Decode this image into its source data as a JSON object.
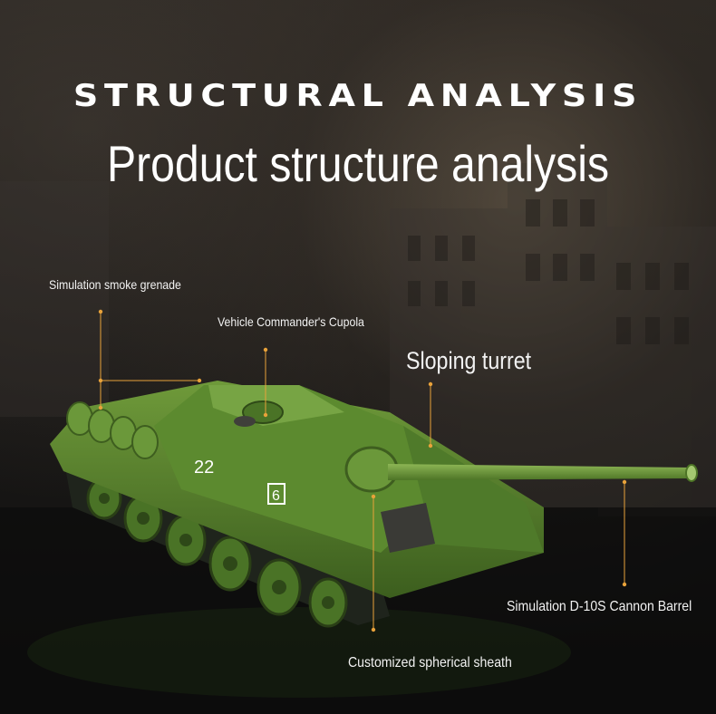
{
  "heading": "STRUCTURAL ANALYSIS",
  "subheading": "Product structure analysis",
  "callouts": {
    "smoke": "Simulation smoke grenade",
    "cupola": "Vehicle Commander's Cupola",
    "turret": "Sloping turret",
    "cannon": "Simulation D-10S Cannon Barrel",
    "sheath": "Customized spherical sheath"
  },
  "tank_markings": {
    "number": "22",
    "badge": "6"
  },
  "colors": {
    "accent": "#e8a23a",
    "tank_green": "#4f7a2a",
    "text": "#ffffff"
  }
}
